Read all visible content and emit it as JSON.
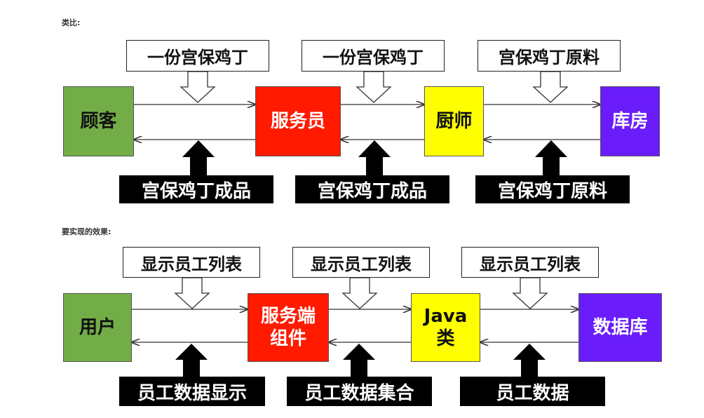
{
  "sections": [
    {
      "label": "类比:",
      "nodes": [
        "顾客",
        "服务员",
        "厨师",
        "库房"
      ],
      "requests": [
        "一份宫保鸡丁",
        "一份宫保鸡丁",
        "宫保鸡丁原料"
      ],
      "responses": [
        "宫保鸡丁成品",
        "宫保鸡丁成品",
        "宫保鸡丁原料"
      ]
    },
    {
      "label": "要实现的效果:",
      "nodes": [
        "用户",
        "服务端\n组件",
        "Java\n类",
        "数据库"
      ],
      "requests": [
        "显示员工列表",
        "显示员工列表",
        "显示员工列表"
      ],
      "responses": [
        "员工数据显示",
        "员工数据集合",
        "员工数据"
      ]
    }
  ],
  "colors": {
    "node_1": "#73ad47",
    "node_2": "#ff1a00",
    "node_3": "#ffff00",
    "node_4": "#6a1dfa"
  }
}
